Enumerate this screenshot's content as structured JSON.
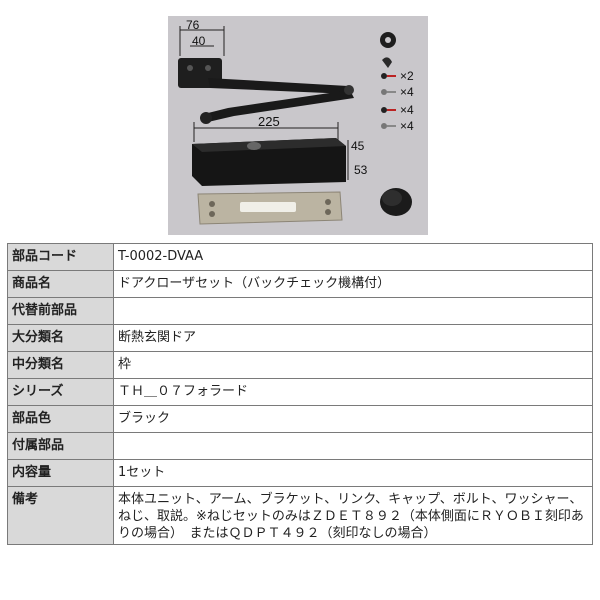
{
  "image": {
    "dimension_labels": {
      "bracket_width": "76",
      "bracket_inner": "40",
      "body_length": "225",
      "body_depth": "45",
      "body_height": "53"
    },
    "parts_counts": [
      "×2",
      "×4",
      "×4",
      "×4"
    ]
  },
  "rows": [
    {
      "label": "部品コード",
      "value": "T-0002-DVAA"
    },
    {
      "label": "商品名",
      "value": "ドアクローザセット（バックチェック機構付）"
    },
    {
      "label": "代替前部品",
      "value": ""
    },
    {
      "label": "大分類名",
      "value": "断熱玄関ドア"
    },
    {
      "label": "中分類名",
      "value": "枠"
    },
    {
      "label": "シリーズ",
      "value": "ＴＨ＿０７フォラード"
    },
    {
      "label": "部品色",
      "value": "ブラック"
    },
    {
      "label": "付属部品",
      "value": ""
    },
    {
      "label": "内容量",
      "value": "1セット"
    },
    {
      "label": "備考",
      "value": "本体ユニット、アーム、ブラケット、リンク、キャップ、ボルト、ワッシャー、ねじ、取説。※ねじセットのみはＺＤＥＴ８９２（本体側面にＲＹＯＢＩ刻印ありの場合）　またはＱＤＰＴ４９２（刻印なしの場合）"
    }
  ]
}
